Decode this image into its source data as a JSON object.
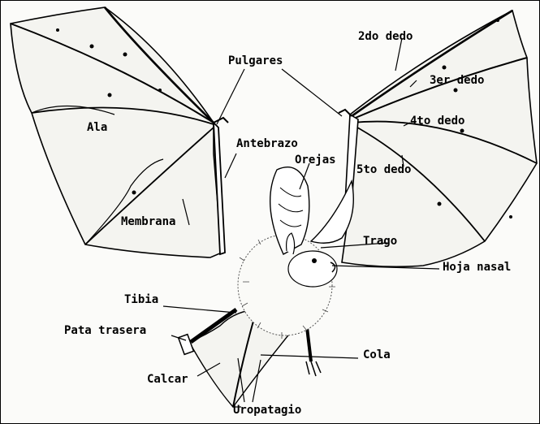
{
  "labels": {
    "ala": "Ala",
    "pulgares": "Pulgares",
    "antebrazo": "Antebrazo",
    "orejas": "Orejas",
    "membrana": "Membrana",
    "trago": "Trago",
    "hoja_nasal": "Hoja nasal",
    "tibia": "Tibia",
    "pata_trasera": "Pata trasera",
    "calcar": "Calcar",
    "cola": "Cola",
    "uropatagio": "Uropatagio",
    "dedo2": "2do dedo",
    "dedo3": "3er dedo",
    "dedo4": "4to dedo",
    "dedo5": "5to dedo"
  },
  "colors": {
    "ink": "#000000",
    "paper": "#fbfbf9",
    "membrane": "#f4f4f0"
  }
}
